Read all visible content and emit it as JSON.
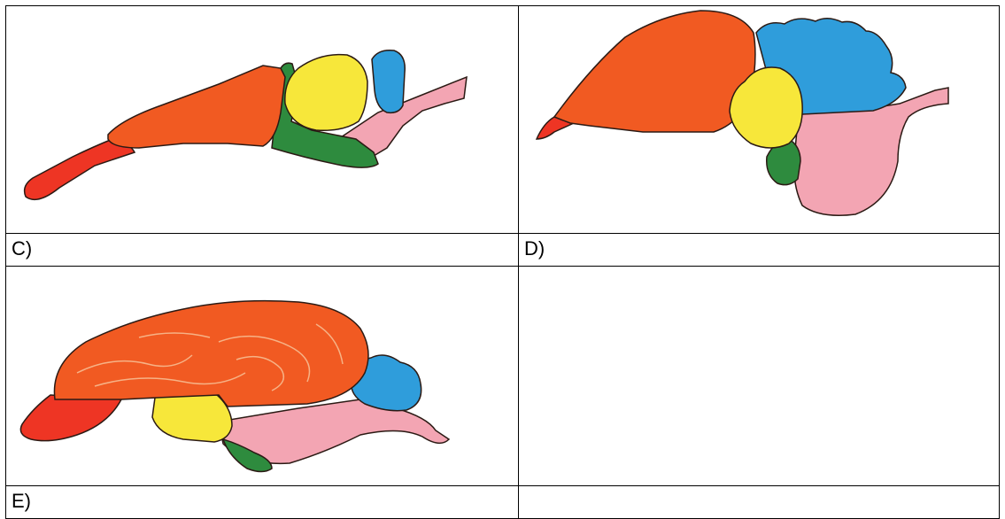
{
  "cells": {
    "top_left_label": "C)",
    "top_right_label": "D)",
    "bottom_left_label": "E)"
  },
  "colors": {
    "cerebrum": "#f15a22",
    "olfactory": "#ee3524",
    "diencephalon": "#2e8b3e",
    "midbrain": "#f7e73a",
    "cerebellum": "#2f9ddb",
    "medulla": "#f3a5b3",
    "outline": "#2b1a14"
  }
}
